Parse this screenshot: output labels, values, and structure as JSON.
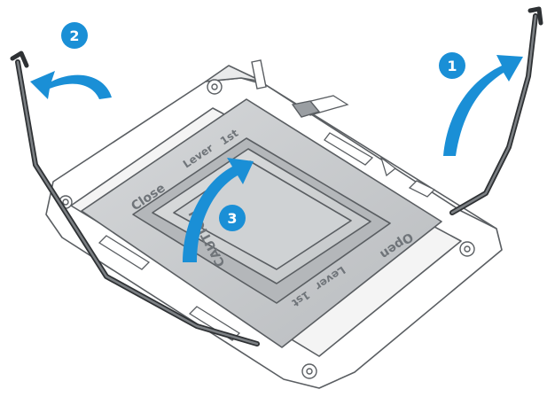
{
  "steps": [
    {
      "number": "1",
      "color": "#1a8fd6"
    },
    {
      "number": "2",
      "color": "#1a8fd6"
    },
    {
      "number": "3",
      "color": "#1a8fd6"
    }
  ],
  "plate_text": {
    "close": "Close",
    "lever_top": "Lever",
    "first_top": "1st",
    "caution": "CAUTION",
    "open": "Open",
    "lever_bottom": "Lever",
    "first_bottom": "1st"
  },
  "colors": {
    "arrow": "#1a8fd6",
    "lever": "#55595d",
    "frame_stroke": "#5a5e62",
    "plate_fill": "#c9cbcd"
  }
}
